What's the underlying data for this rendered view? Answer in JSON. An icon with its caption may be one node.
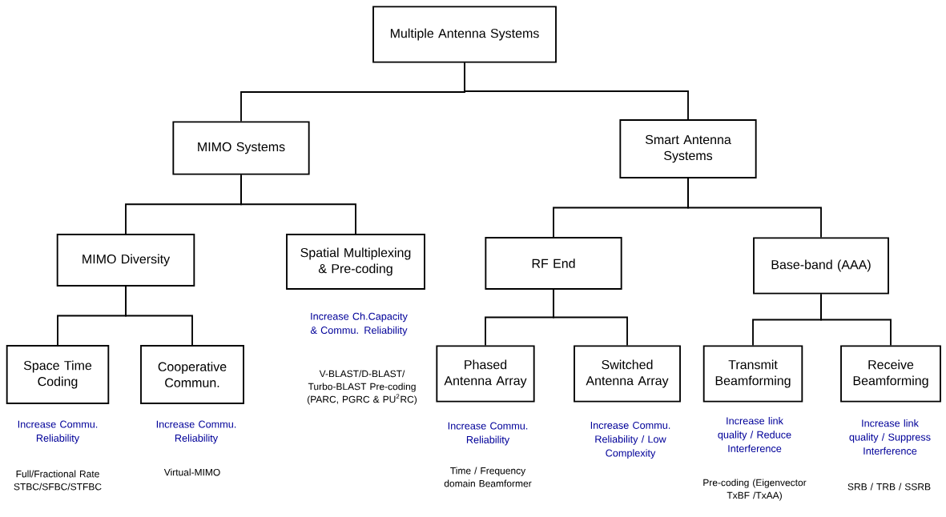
{
  "diagram": {
    "nodes": [
      {
        "text": [
          "Multiple Antenna Systems"
        ]
      },
      {
        "text": [
          "MIMO Systems"
        ]
      },
      {
        "text": [
          "Smart Antenna Systems"
        ]
      },
      {
        "text": [
          "MIMO Diversity"
        ]
      },
      {
        "text": [
          "Spatial Multiplexing & Pre-coding"
        ],
        "beside": [
          "Increase Ch.Capacity & Commu. Reliability"
        ]
      },
      {
        "text": [
          "RF End"
        ]
      },
      {
        "text": [
          "Base-band (AAA)"
        ]
      },
      {
        "text": [
          "Space Time Coding"
        ],
        "beside": [
          "Increase Commu. Reliability",
          "Full/Fractional Rate STBC/SFBC/STFBC"
        ]
      },
      {
        "text": [
          "Cooperative Commun."
        ],
        "beside": [
          "Increase Commu. Reliability",
          "Virtual-MIMO"
        ]
      },
      {
        "text": [
          "Phased Antenna Array"
        ],
        "beside": [
          "Increase Commu. Reliability",
          "Time / Frequency domain Beamformer"
        ]
      },
      {
        "text": [
          "Switched Antenna Array"
        ],
        "beside": [
          "Increase Commu. Reliability / Low Complexity"
        ]
      },
      {
        "text": [
          "Transmit Beamforming"
        ],
        "beside": [
          "Increase link quality / Reduce Interference",
          "Pre-coding (Eigenvector TxBF /TxAA)"
        ]
      },
      {
        "text": [
          "Receive Beamforming"
        ],
        "beside": [
          "Increase link quality / Suppress Interference",
          "SRB / TRB / SSRB"
        ]
      }
    ],
    "edges": [
      {
        "from": 0,
        "to": 1,
        "arrow": "none"
      },
      {
        "from": 0,
        "to": 2,
        "arrow": "none"
      },
      {
        "from": 1,
        "to": 3,
        "arrow": "none"
      },
      {
        "from": 1,
        "to": 4,
        "arrow": "none"
      },
      {
        "from": 2,
        "to": 5,
        "arrow": "none"
      },
      {
        "from": 2,
        "to": 6,
        "arrow": "none"
      },
      {
        "from": 3,
        "to": 7,
        "arrow": "none"
      },
      {
        "from": 3,
        "to": 8,
        "arrow": "none"
      },
      {
        "from": 5,
        "to": 9,
        "arrow": "none"
      },
      {
        "from": 5,
        "to": 10,
        "arrow": "none"
      },
      {
        "from": 6,
        "to": 11,
        "arrow": "none"
      },
      {
        "from": 6,
        "to": 12,
        "arrow": "none"
      }
    ],
    "labels": [
      "V-BLAST/D-BLAST/ Turbo-BLAST Pre-coding (PARC, PGRC & PU$^{2}$RC)"
    ]
  }
}
